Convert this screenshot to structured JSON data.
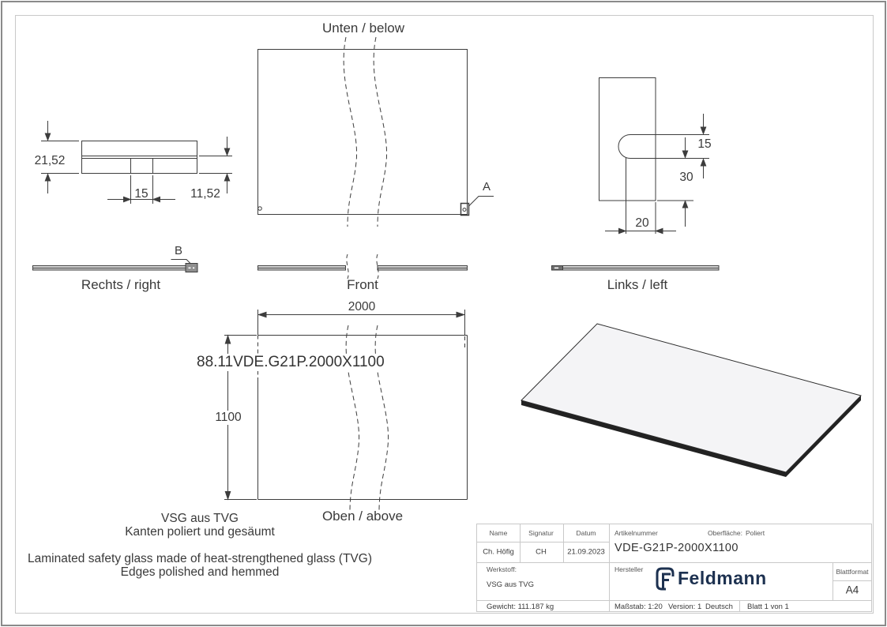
{
  "sheet": {
    "views": {
      "unten": "Unten / below",
      "front": "Front",
      "rechts": "Rechts / right",
      "links": "Links / left",
      "oben": "Oben / above"
    },
    "markers": {
      "a": "A",
      "b": "B"
    },
    "dims": {
      "total_thickness": "21,52",
      "tab_width": "15",
      "lower_thickness": "11,52",
      "slot_height": "15",
      "slot_offset": "30",
      "slot_depth": "20",
      "panel_width": "2000",
      "panel_height": "1100"
    },
    "part_code": "88.11VDE.G21P.2000X1100",
    "notes": {
      "material_de": "VSG aus TVG",
      "edges_de": "Kanten poliert und gesäumt",
      "material_en": "Laminated safety glass made of heat-strengthened glass (TVG)",
      "edges_en": "Edges polished and hemmed"
    }
  },
  "title_block": {
    "headers": {
      "name": "Name",
      "signatur": "Signatur",
      "datum": "Datum"
    },
    "values": {
      "name": "Ch. Höfig",
      "signatur": "CH",
      "datum": "21.09.2023"
    },
    "artikelnummer_label": "Artikelnummer",
    "artikelnummer": "VDE-G21P-2000X1100",
    "oberflaeche_label": "Oberfläche:",
    "oberflaeche": "Poliert",
    "werkstoff_label": "Werkstoff:",
    "werkstoff": "VSG aus TVG",
    "hersteller_label": "Hersteller",
    "brand": "Feldmann",
    "blattformat_label": "Blattformat",
    "blattformat": "A4",
    "gewicht": "Gewicht: 111.187 kg",
    "massstab": "Maßstab: 1:20",
    "version": "Version: 1",
    "language": "Deutsch",
    "blatt": "Blatt 1 von 1"
  },
  "colors": {
    "line": "#3d3d3d",
    "table_line": "#c9c9c9",
    "brand_navy": "#1d3150"
  }
}
